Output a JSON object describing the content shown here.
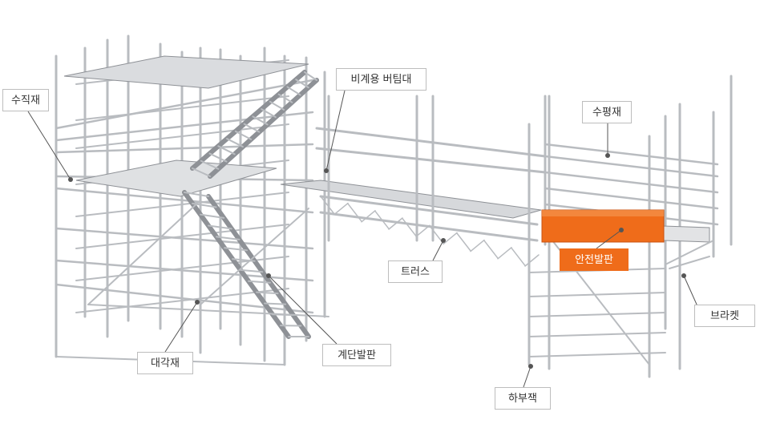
{
  "colors": {
    "frame": "#b9bcc0",
    "frame_dark": "#8e9196",
    "deck": "#d3d5d8",
    "highlight": "#ef6c1a",
    "leader": "#555555"
  },
  "labels": {
    "vertical": "수직재",
    "bracing": "비계용 버팀대",
    "horizontal": "수평재",
    "truss": "트러스",
    "safety_deck": "안전발판",
    "bracket": "브라켓",
    "diagonal": "대각재",
    "stair_deck": "계단발판",
    "base_jack": "하부잭"
  }
}
